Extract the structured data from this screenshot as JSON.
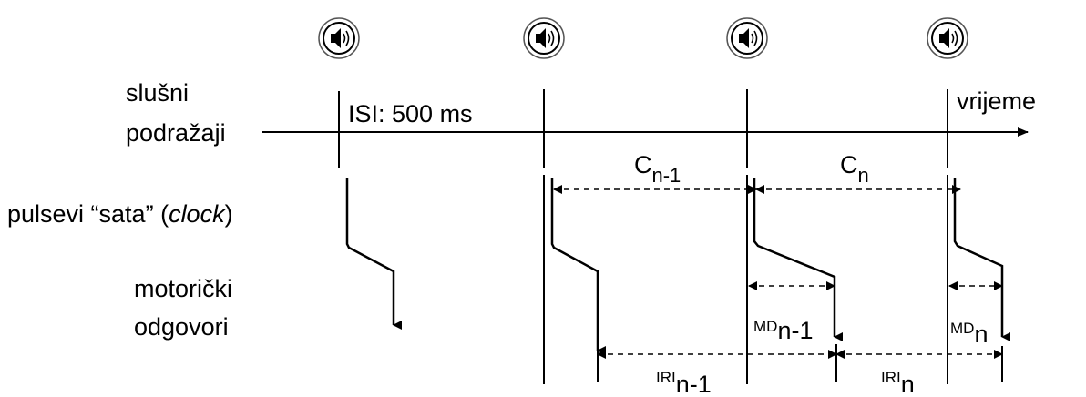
{
  "labels": {
    "stimuli_line1": "slušni",
    "stimuli_line2": "podražaji",
    "time": "vrijeme",
    "isi": "ISI: 500 ms",
    "clock_prefix": "pulsevi “sata” (",
    "clock_italic": "clock",
    "clock_suffix": ")",
    "motor_line1": "motorički",
    "motor_line2": "odgovori"
  },
  "intervals": {
    "c_prev_main": "C",
    "c_prev_sub": "n-1",
    "c_n_main": "C",
    "c_n_sub": "n",
    "md_prev_sup": "MD",
    "md_prev_sub": "n-1",
    "md_n_sup": "MD",
    "md_n_sub": "n",
    "iri_prev_sup": "IRI",
    "iri_prev_sub": "n-1",
    "iri_n_sup": "IRI",
    "iri_n_sub": "n"
  },
  "icons": [
    "speaker-icon",
    "speaker-icon",
    "speaker-icon",
    "speaker-icon"
  ]
}
